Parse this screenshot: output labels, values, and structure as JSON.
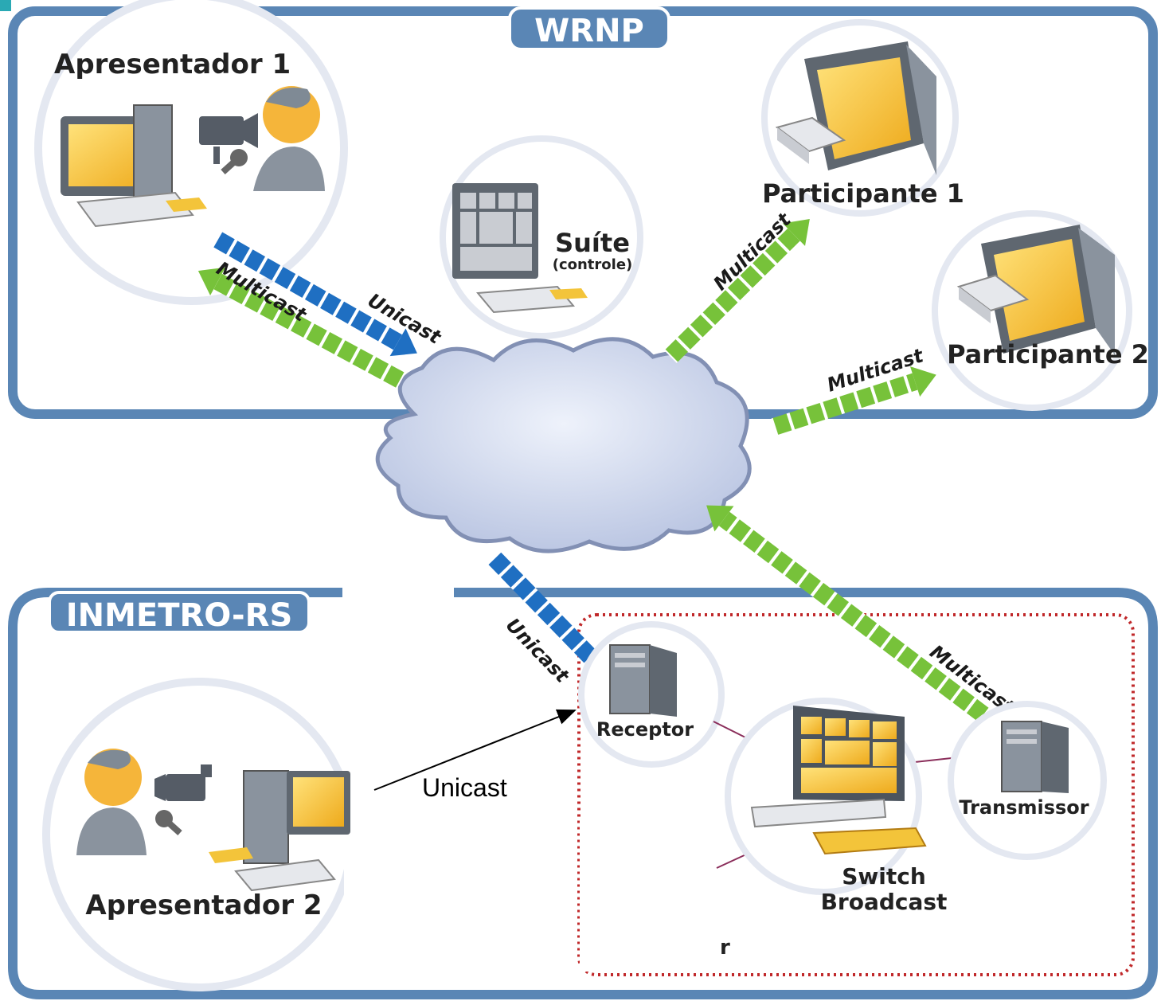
{
  "regions": {
    "top": "WRNP",
    "bottom": "INMETRO-RS"
  },
  "nodes": {
    "presenter1": "Apresentador 1",
    "presenter2": "Apresentador 2",
    "suite": "Suíte",
    "suite_sub": "(controle)",
    "participant1": "Participante 1",
    "participant2": "Participante 2",
    "receiver": "Receptor",
    "transmitter": "Transmissor",
    "switch_line1": "Switch",
    "switch_line2": "Broadcast",
    "partial_label": "r"
  },
  "flows": {
    "unicast": "Unicast",
    "multicast": "Multicast"
  },
  "colors": {
    "frame": "#5a86b5",
    "unicast": "#1f6fc2",
    "multicast": "#77c23a",
    "screen": "#f3c43a",
    "cloud": "#cfd8ec",
    "dotted": "#c0282a"
  },
  "icons": [
    "computer-icon",
    "camera-icon",
    "person-icon",
    "monitor-icon",
    "server-icon",
    "cloud-icon",
    "video-wall-icon"
  ]
}
